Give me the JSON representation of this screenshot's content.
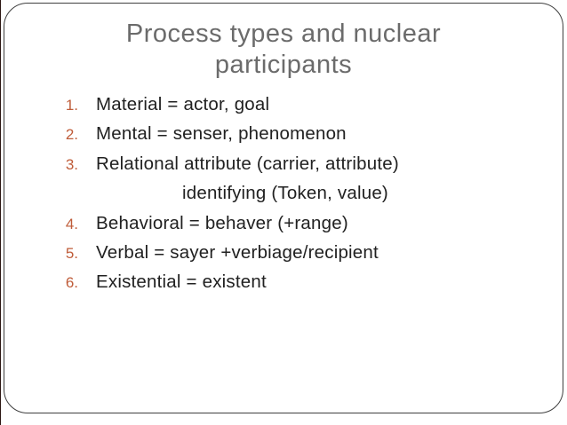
{
  "slide": {
    "title_line1": "Process types and nuclear",
    "title_line2": "participants",
    "items": [
      {
        "num": "1.",
        "text": "Material = actor, goal"
      },
      {
        "num": "2.",
        "text": "Mental = senser, phenomenon"
      },
      {
        "num": "3.",
        "text": "Relational attribute (carrier, attribute)",
        "sub": "identifying (Token, value)"
      },
      {
        "num": "4.",
        "text": "Behavioral = behaver (+range)"
      },
      {
        "num": "5.",
        "text": "Verbal = sayer +verbiage/recipient"
      },
      {
        "num": "6.",
        "text": "Existential = existent"
      }
    ],
    "colors": {
      "title": "#6b6b6b",
      "body": "#212121",
      "number": "#bf5c39",
      "border": "#3f3f3f"
    }
  }
}
